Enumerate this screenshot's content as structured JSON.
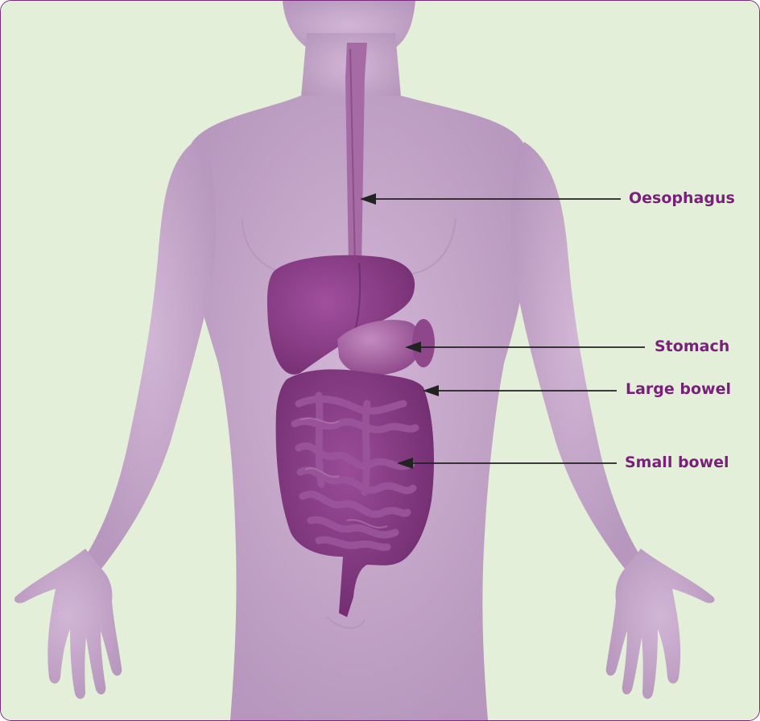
{
  "labels": [
    {
      "id": "oesophagus",
      "text": "Oesophagus"
    },
    {
      "id": "stomach",
      "text": "Stomach"
    },
    {
      "id": "large-bowel",
      "text": "Large bowel"
    },
    {
      "id": "small-bowel",
      "text": "Small bowel"
    }
  ],
  "colors": {
    "background": "#e3efd9",
    "body": "#c7a8cc",
    "body_shadow": "#b08fb6",
    "organ": "#8a3d87",
    "organ_dark": "#6e2a6b",
    "organ_light": "#a1569e",
    "label": "#7a1f7c",
    "arrow": "#222222",
    "border": "#7a2a7a"
  }
}
